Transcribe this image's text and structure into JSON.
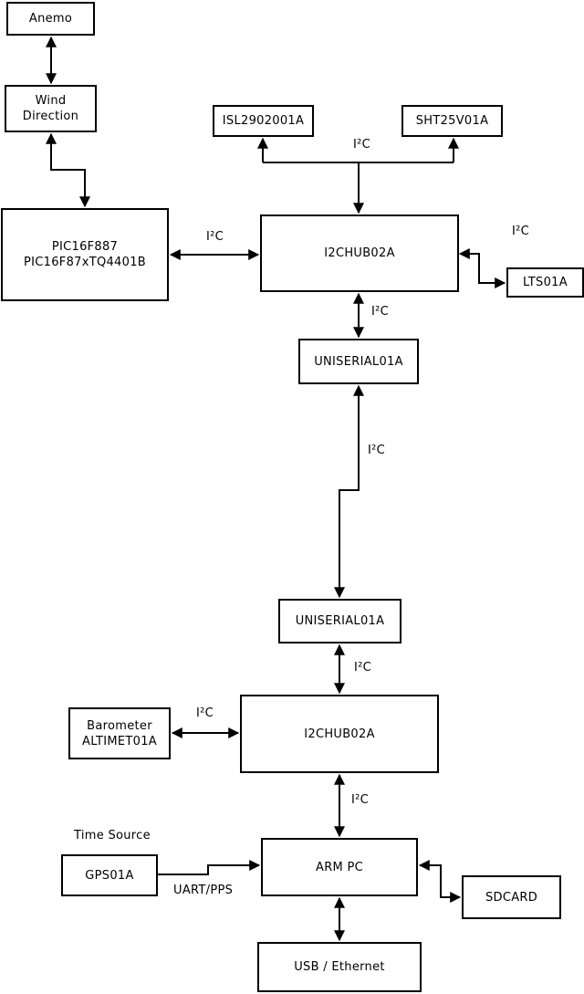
{
  "nodes": {
    "anemo": {
      "label": "Anemo"
    },
    "wind_direction": {
      "line1": "Wind",
      "line2": "Direction"
    },
    "pic": {
      "line1": "PIC16F887",
      "line2": "PIC16F87xTQ4401B"
    },
    "isl": {
      "label": "ISL2902001A"
    },
    "sht": {
      "label": "SHT25V01A"
    },
    "hub1": {
      "label": "I2CHUB02A"
    },
    "lts": {
      "label": "LTS01A"
    },
    "uniserial1": {
      "label": "UNISERIAL01A"
    },
    "uniserial2": {
      "label": "UNISERIAL01A"
    },
    "hub2": {
      "label": "I2CHUB02A"
    },
    "barometer": {
      "line1": "Barometer",
      "line2": "ALTIMET01A"
    },
    "gps": {
      "label": "GPS01A"
    },
    "arm_pc": {
      "label": "ARM PC"
    },
    "sdcard": {
      "label": "SDCARD"
    },
    "usb": {
      "label": "USB / Ethernet"
    }
  },
  "edge_labels": {
    "i2c_top": "I²C",
    "i2c_pic_hub1": "I²C",
    "i2c_hub1_lts": "I²C",
    "i2c_hub1_uniserial1": "I²C",
    "i2c_uniserial_link": "I²C",
    "i2c_uniserial2_hub2": "I²C",
    "i2c_barometer_hub2": "I²C",
    "i2c_hub2_armpc": "I²C",
    "time_source": "Time Source",
    "uart_pps": "UART/PPS"
  },
  "colors": {
    "background": "#ffffff",
    "box_fill": "#ffffff",
    "box_border": "#000000",
    "line": "#000000",
    "text": "#000000"
  }
}
